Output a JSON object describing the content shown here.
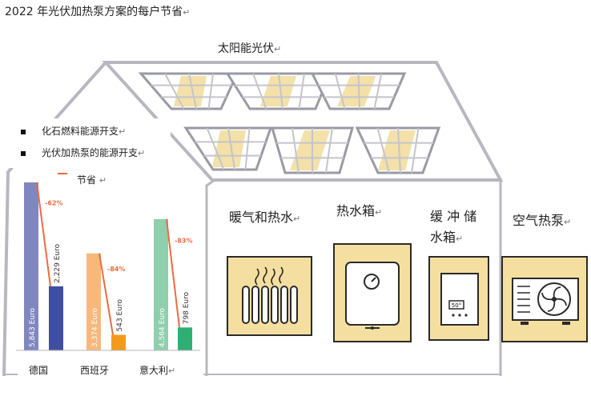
{
  "title": "2022 年光伏加热泵方案的每户节省",
  "roof_label": "太阳能光伏",
  "legend": {
    "fossil": "化石燃料能源开支",
    "pv_heatpump": "光伏加热泵的能源开支",
    "saving": "节省"
  },
  "rooms": {
    "heating_hot_water": "暖气和热水",
    "boiler": "热水箱",
    "buffer": "缓 冲 储 水箱",
    "heat_pump": "空气热泵"
  },
  "thermostat_value": "50°",
  "colors": {
    "roof": "#b7b7c0",
    "panel_glow": "#f2dea0",
    "germany_fossil": "#8087bf",
    "germany_pv": "#3e4fa2",
    "spain_fossil": "#f7b87a",
    "spain_pv": "#f39a1e",
    "italy_fossil": "#8fcfad",
    "italy_pv": "#2eaf74",
    "saving_line": "#ee6a42"
  },
  "chart_data": {
    "type": "bar",
    "categories": [
      "德国",
      "西班牙",
      "意大利"
    ],
    "series": [
      {
        "values": [
          5843,
          3374,
          4564
        ],
        "labels": [
          "5,843 Euro",
          "3,374 Euro",
          "4,564 Euro"
        ]
      },
      {
        "values": [
          2229,
          543,
          798
        ],
        "labels": [
          "2,229 Euro",
          "543 Euro",
          "798 Euro"
        ]
      }
    ],
    "savings": [
      "-62%",
      "-84%",
      "-83%"
    ],
    "ylim": [
      0,
      5843
    ]
  }
}
